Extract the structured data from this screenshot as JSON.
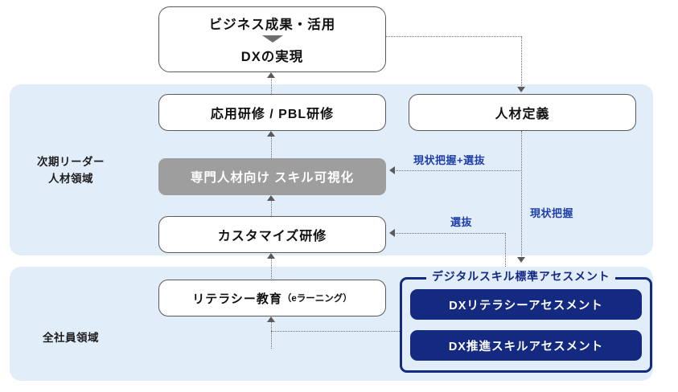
{
  "bands": {
    "leader": {
      "label": "次期リーダー\n人材領域",
      "color": "#e2edfa"
    },
    "all_staff": {
      "label": "全社員領域",
      "color": "#e2edfa"
    }
  },
  "boxes": {
    "dx_outcome": {
      "line1": "ビジネス成果・活用",
      "line2": "DXの実現",
      "arrow_glyph": "triangle-down"
    },
    "applied_training": {
      "label": "応用研修 / PBL研修"
    },
    "talent_definition": {
      "label": "人材定義"
    },
    "skill_visualization": {
      "label": "専門人材向け スキル可視化",
      "color": "#9e9e9e"
    },
    "customized_training": {
      "label": "カスタマイズ研修"
    },
    "literacy_education": {
      "label": "リテラシー教育",
      "sub_label": "（eラーニング）"
    }
  },
  "assessment_group": {
    "title": "デジタルスキル標準アセスメント",
    "color": "#142a80",
    "items": [
      {
        "label": "DXリテラシーアセスメント"
      },
      {
        "label": "DX推進スキルアセスメント"
      }
    ]
  },
  "connector_labels": {
    "grasp_and_select": "現状把握+選抜",
    "select": "選抜",
    "grasp_current": "現状把握",
    "color": "#1f3fa8"
  }
}
